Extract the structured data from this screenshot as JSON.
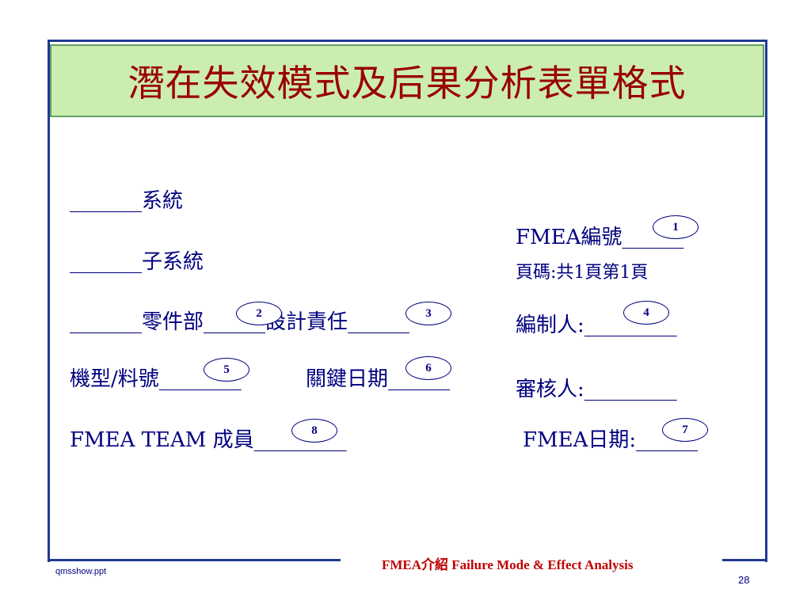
{
  "title": "潛在失效模式及后果分析表單格式",
  "form": {
    "system": "_______系統",
    "subsystem": "_______子系統",
    "component_line": "_______零件部______設計責任______",
    "model_line": "機型/料號________",
    "key_date": "關鍵日期______",
    "team_line": "FMEA TEAM 成員_________",
    "fmea_no": "FMEA編號______",
    "page_info": "頁碼:共1頁第1頁",
    "prepared_by": "編制人:_________",
    "reviewed_by": "審核人:_________",
    "fmea_date": "FMEA日期:______"
  },
  "markers": [
    "1",
    "2",
    "3",
    "4",
    "5",
    "6",
    "7",
    "8"
  ],
  "footer": {
    "title": "FMEA介紹 Failure Mode & Effect Analysis",
    "source": "qmsshow.ppt",
    "page_number": "28"
  }
}
